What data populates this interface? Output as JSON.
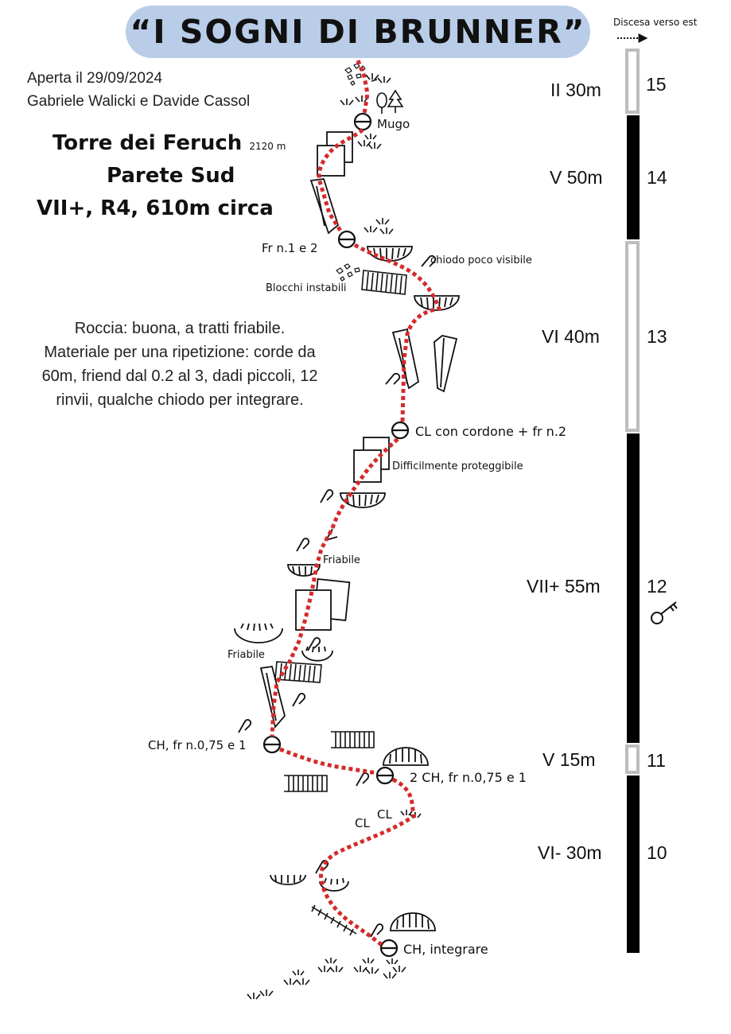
{
  "title": "“I SOGNI DI BRUNNER”",
  "descent_note": "Discesa verso est",
  "opened": "Aperta il 29/09/2024",
  "authors": "Gabriele Walicki e Davide Cassol",
  "peak": "Torre dei Feruch",
  "altitude": "2120 m",
  "face": "Parete Sud",
  "grade_summary": "VII+, R4, 610m circa",
  "description_lines": [
    "Roccia: buona, a tratti friabile.",
    "Materiale per una ripetizione: corde da",
    "60m, friend dal 0.2 al 3, dadi piccoli, 12",
    "rinvii, qualche chiodo per integrare."
  ],
  "pitches": [
    {
      "number": "15",
      "grade": "II 30m"
    },
    {
      "number": "14",
      "grade": "V 50m"
    },
    {
      "number": "13",
      "grade": "VI 40m"
    },
    {
      "number": "12",
      "grade": "VII+ 55m"
    },
    {
      "number": "11",
      "grade": "V 15m"
    },
    {
      "number": "10",
      "grade": "VI- 30m"
    }
  ],
  "labels": {
    "mugo": "Mugo",
    "fr12": "Fr n.1 e 2",
    "chiodo": "chiodo poco visibile",
    "blocchi": "Blocchi instabili",
    "cl_cordone": "CL con cordone + fr n.2",
    "difficilmente": "Difficilmente proteggibile",
    "friabile1": "Friabile",
    "friabile2": "Friabile",
    "ch_fr075": "CH, fr n.0,75 e 1",
    "two_ch": "2 CH, fr n.0,75 e 1",
    "cl1": "CL",
    "cl2": "CL",
    "ch_integrare": "CH, integrare"
  },
  "colors": {
    "title_bg": "#b9cde8",
    "route": "#d42a2a",
    "bar_dark": "#000000",
    "bar_light": "#bdbdbd"
  }
}
